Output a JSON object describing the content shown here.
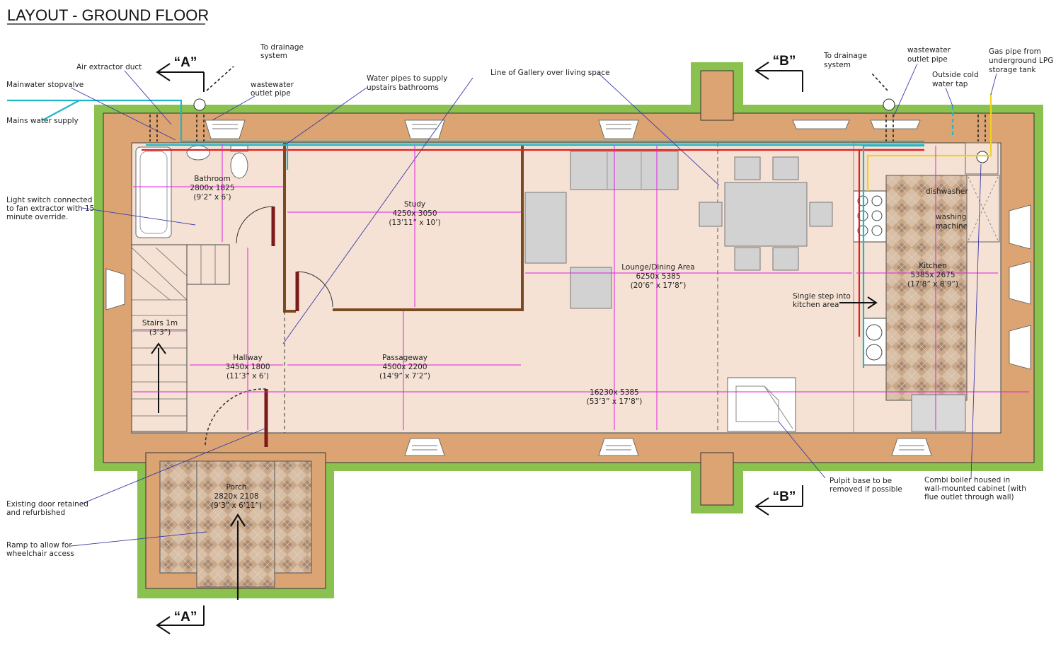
{
  "title": "LAYOUT - GROUND FLOOR",
  "sections": {
    "a_top": "“A”",
    "a_bottom": "“A”",
    "b_top": "“B”",
    "b_bottom": "“B”"
  },
  "colors": {
    "wall": "#dba472",
    "floor": "#f5e2d4",
    "ground": "#8bc14f",
    "water": "#1fb6c8",
    "hot": "#e02020",
    "gas": "#f2d21a",
    "dimension": "#e020e0",
    "leader": "#3a3aa8",
    "interior_wall": "#7a4a22"
  },
  "annotations": {
    "drain_left_1": "To drainage",
    "drain_left_2": "system",
    "air_extractor": "Air extractor duct",
    "stopvalve": "Mainwater stopvalve",
    "waste_left_1": "wastewater",
    "waste_left_2": "outlet pipe",
    "mains_supply": "Mains water supply",
    "water_pipes_1": "Water pipes to supply",
    "water_pipes_2": "upstairs bathrooms",
    "gallery": "Line of Gallery over living space",
    "drain_right_1": "To drainage",
    "drain_right_2": "system",
    "waste_right_1": "wastewater",
    "waste_right_2": "outlet pipe",
    "gas_1": "Gas pipe from",
    "gas_2": "underground LPG",
    "gas_3": "storage tank",
    "cold_tap_1": "Outside cold",
    "cold_tap_2": "water tap",
    "light_1": "Light switch connected",
    "light_2": "to fan extractor with 15",
    "light_3": "minute override.",
    "single_step_1": "Single step into",
    "single_step_2": "kitchen area",
    "door_1": "Existing door retained",
    "door_2": "and refurbished",
    "ramp_1": "Ramp to allow for",
    "ramp_2": "wheelchair access",
    "pulpit_1": "Pulpit base to be",
    "pulpit_2": "removed if possible",
    "boiler_1": "Combi boiler housed in",
    "boiler_2": "wall-mounted cabinet (with",
    "boiler_3": "flue outlet through wall)",
    "dishwasher": "dishwasher",
    "washing_1": "washing",
    "washing_2": "machine"
  },
  "rooms": {
    "bathroom": {
      "name": "Bathroom",
      "metric": "2800x 1825",
      "imperial": "(9’2” x 6’)"
    },
    "study": {
      "name": "Study",
      "metric": "4250x 3050",
      "imperial": "(13’11” x 10’)"
    },
    "lounge": {
      "name": "Lounge/Dining Area",
      "metric": "6250x 5385",
      "imperial": "(20’6” x 17’8”)"
    },
    "kitchen": {
      "name": "Kitchen",
      "metric": "5385x 2675",
      "imperial": "(17’8” x 8’9”)"
    },
    "stairs": {
      "name": "Stairs 1m",
      "imperial": "(3’3”)"
    },
    "hallway": {
      "name": "Hallway",
      "metric": "3450x 1800",
      "imperial": "(11’3” x 6’)"
    },
    "passageway": {
      "name": "Passageway",
      "metric": "4500x 2200",
      "imperial": "(14’9” x 7’2”)"
    },
    "overall": {
      "metric": "16230x 5385",
      "imperial": "(53’3” x 17’8”)"
    },
    "porch": {
      "name": "Porch",
      "metric": "2820x 2108",
      "imperial": "(9’3” x 6’11”)"
    }
  }
}
